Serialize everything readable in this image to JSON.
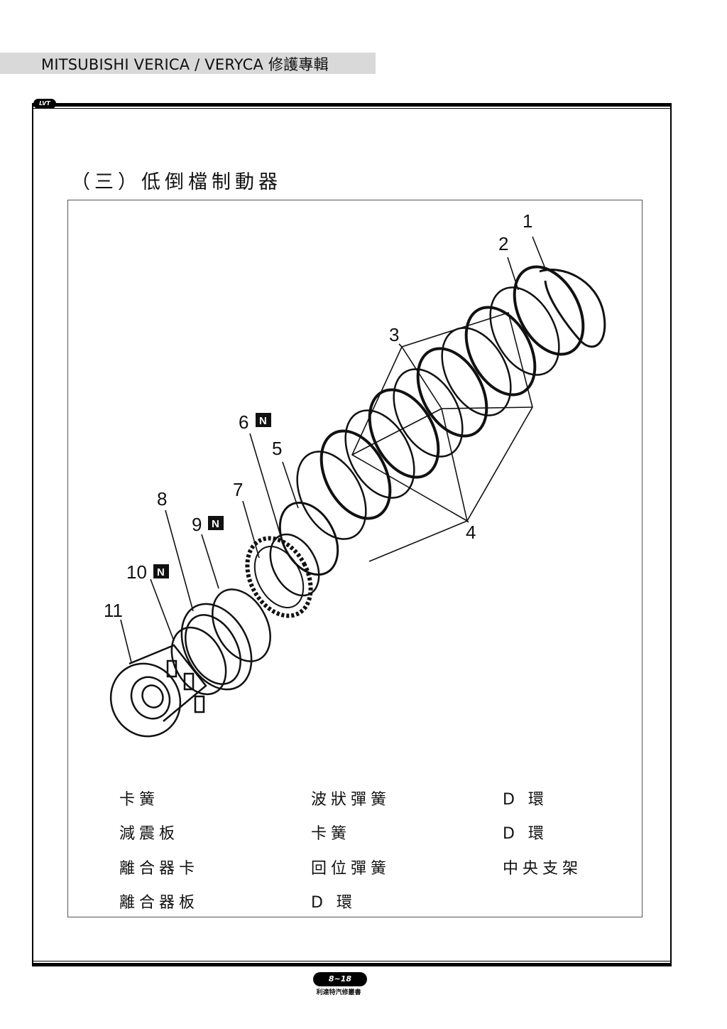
{
  "header": {
    "title": "MITSUBISHI VERICA / VERYCA 修護專輯",
    "logo_text": "LVT"
  },
  "section": {
    "title": "（三）低倒檔制動器"
  },
  "diagram": {
    "callouts": [
      "1",
      "2",
      "3",
      "4",
      "5",
      "6",
      "7",
      "8",
      "9",
      "10",
      "11"
    ],
    "replace_badge": "N"
  },
  "legend": {
    "col1": [
      "卡簧",
      "減震板",
      "離合器卡",
      "離合器板"
    ],
    "col2": [
      "波狀彈簧",
      "卡簧",
      "回位彈簧",
      "D 環"
    ],
    "col3": [
      "D 環",
      "D 環",
      "中央支架"
    ]
  },
  "footer": {
    "page_number": "8~18",
    "publisher": "利達特汽修叢書"
  }
}
